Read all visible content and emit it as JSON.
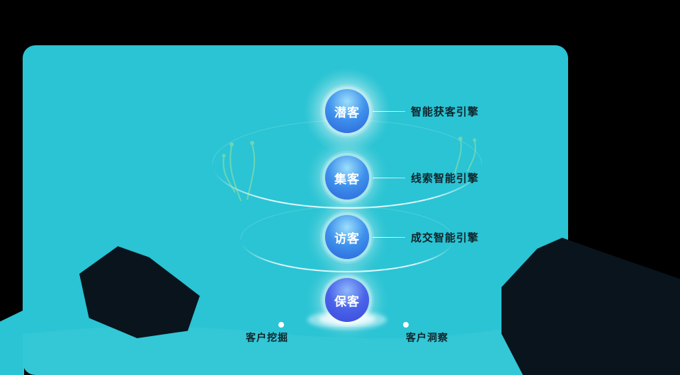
{
  "colors": {
    "page-bg": "#000000",
    "panel-bg": "#2AC4D4",
    "mountain": "#0A141D",
    "orb-top": "#9BDFFB",
    "orb-mid": "#3E90EC",
    "orb-bottom": "#2B62DA",
    "orb4-top": "#8FB9FA",
    "orb4-mid": "#4A63EA",
    "orb4-bottom": "#3A49D8",
    "label-text": "#10242B",
    "orb-text": "#FFFFFF",
    "plant": "#CDEF8A"
  },
  "funnel": {
    "stages": [
      {
        "label": "潜客",
        "engine": "智能获客引擎"
      },
      {
        "label": "集客",
        "engine": "线索智能引擎"
      },
      {
        "label": "访客",
        "engine": "成交智能引擎"
      },
      {
        "label": "保客"
      }
    ]
  },
  "footer_markers": [
    {
      "label": "客户挖掘"
    },
    {
      "label": "客户洞察"
    }
  ]
}
